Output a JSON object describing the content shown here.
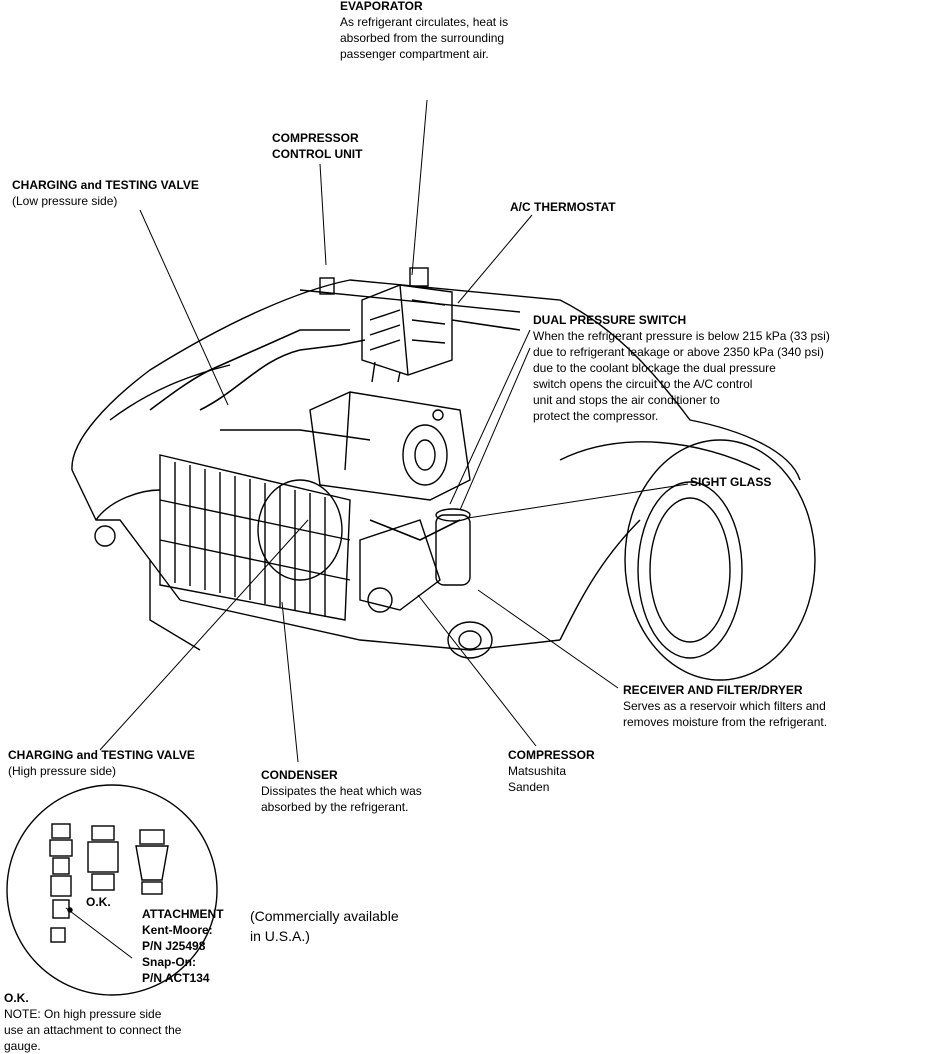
{
  "labels": {
    "evaporator": {
      "title": "EVAPORATOR",
      "lines": [
        "As refrigerant circulates, heat is",
        "absorbed from the surrounding",
        "passenger compartment air."
      ]
    },
    "compressor_control_unit": {
      "lines": [
        "COMPRESSOR",
        "CONTROL UNIT"
      ]
    },
    "charging_valve_low": {
      "title": "CHARGING and TESTING VALVE",
      "sub": "(Low pressure side)"
    },
    "ac_thermostat": {
      "title": "A/C THERMOSTAT"
    },
    "dual_pressure_switch": {
      "title": "DUAL PRESSURE SWITCH",
      "lines": [
        "When the refrigerant pressure is below 215 kPa (33 psi)",
        "due to refrigerant leakage or above 2350 kPa (340 psi)",
        "due to the coolant blockage the dual pressure",
        "switch opens the circuit to the A/C control",
        "unit and stops the air conditioner to",
        "protect the compressor."
      ]
    },
    "sight_glass": {
      "title": "SIGHT GLASS"
    },
    "receiver_dryer": {
      "title": "RECEIVER AND FILTER/DRYER",
      "lines": [
        "Serves as a reservoir which filters and",
        "removes moisture from the refrigerant."
      ]
    },
    "charging_valve_high": {
      "title": "CHARGING and TESTING VALVE",
      "sub": "(High pressure side)"
    },
    "condenser": {
      "title": "CONDENSER",
      "lines": [
        "Dissipates the heat which was",
        "absorbed by the refrigerant."
      ]
    },
    "compressor": {
      "title": "COMPRESSOR",
      "lines": [
        "Matsushita",
        "Sanden"
      ]
    },
    "ok_inset": "O.K.",
    "attachment": {
      "title": "ATTACHMENT",
      "lines": [
        "Kent-Moore:",
        "P/N J25498",
        "Snap-On:",
        "P/N ACT134"
      ]
    },
    "commercially": {
      "lines": [
        "(Commercially available",
        "in U.S.A.)"
      ]
    },
    "note": {
      "ok": "O.K.",
      "lines": [
        "NOTE: On high pressure side",
        "use an attachment to connect the",
        "gauge."
      ]
    }
  }
}
